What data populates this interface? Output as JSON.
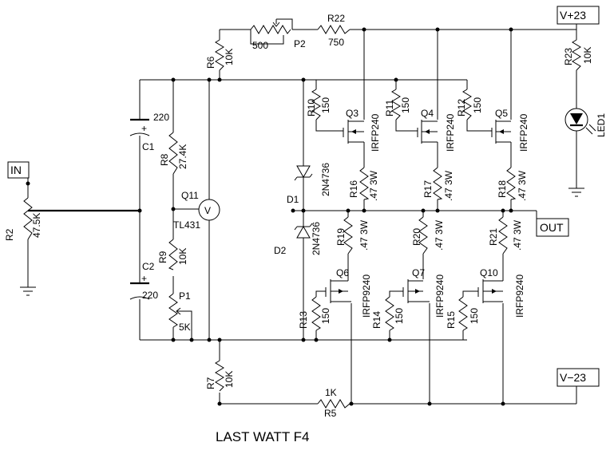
{
  "title": {
    "first": "LAST",
    "rest": " WATT F4"
  },
  "terminals": {
    "in": "IN",
    "out": "OUT",
    "vpos": "V+23",
    "vneg": "V−23"
  },
  "resistors": {
    "r2": {
      "ref": "R2",
      "val": "47.5K"
    },
    "r5": {
      "ref": "R5",
      "val": "1K"
    },
    "r6": {
      "ref": "R6",
      "val": "10K"
    },
    "r7": {
      "ref": "R7",
      "val": "10K"
    },
    "r8": {
      "ref": "R8",
      "val": "27.4K"
    },
    "r9": {
      "ref": "R9",
      "val": "10K"
    },
    "r10": {
      "ref": "R10",
      "val": "150"
    },
    "r11": {
      "ref": "R11",
      "val": "150"
    },
    "r12": {
      "ref": "R12",
      "val": "150"
    },
    "r13": {
      "ref": "R13",
      "val": "150"
    },
    "r14": {
      "ref": "R14",
      "val": "150"
    },
    "r15": {
      "ref": "R15",
      "val": "150"
    },
    "r16": {
      "ref": "R16",
      "val": ".47 3W"
    },
    "r17": {
      "ref": "R17",
      "val": ".47 3W"
    },
    "r18": {
      "ref": "R18",
      "val": ".47 3W"
    },
    "r19": {
      "ref": "R19",
      "val": ".47 3W"
    },
    "r20": {
      "ref": "R20",
      "val": ".47 3W"
    },
    "r21": {
      "ref": "R21",
      "val": ".47 3W"
    },
    "r22": {
      "ref": "R22",
      "val": "750"
    },
    "r23": {
      "ref": "R23",
      "val": "10K"
    }
  },
  "pots": {
    "p1": {
      "ref": "P1",
      "val": "5K"
    },
    "p2": {
      "ref": "P2",
      "val": "500"
    }
  },
  "caps": {
    "c1": {
      "ref": "C1",
      "val": "220",
      "pol": "+"
    },
    "c2": {
      "ref": "C2",
      "val": "220",
      "pol": "+"
    }
  },
  "mosfets": {
    "q3": {
      "ref": "Q3",
      "part": "IRFP240"
    },
    "q4": {
      "ref": "Q4",
      "part": "IRFP240"
    },
    "q5": {
      "ref": "Q5",
      "part": "IRFP240"
    },
    "q6": {
      "ref": "Q6",
      "part": "IRFP9240"
    },
    "q7": {
      "ref": "Q7",
      "part": "IRFP9240"
    },
    "q10": {
      "ref": "Q10",
      "part": "IRFP9240"
    }
  },
  "zeners": {
    "d1": {
      "ref": "D1",
      "part": "2N4736"
    },
    "d2": {
      "ref": "D2",
      "part": "2N4736"
    }
  },
  "q11": {
    "ref": "Q11",
    "part": "TL431",
    "sym": "V"
  },
  "led": {
    "ref": "LED1"
  }
}
